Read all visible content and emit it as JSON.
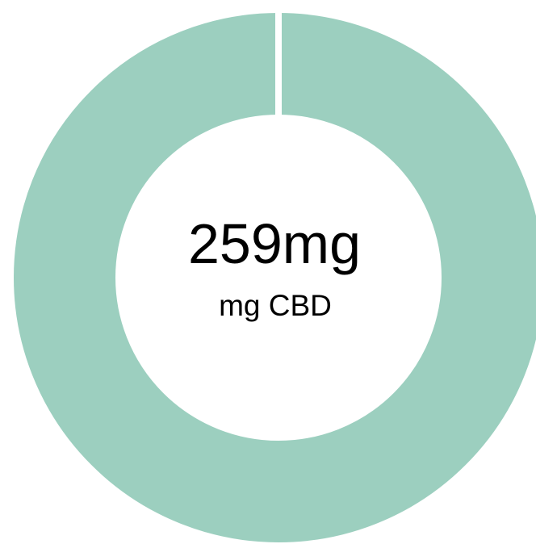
{
  "chart_data": {
    "type": "pie",
    "variant": "donut",
    "slices": [
      {
        "label": "",
        "value": 100,
        "color": "#9ccfbf"
      }
    ],
    "center_value": "259mg",
    "center_label": "mg CBD",
    "slice_separator_color": "#ffffff"
  }
}
